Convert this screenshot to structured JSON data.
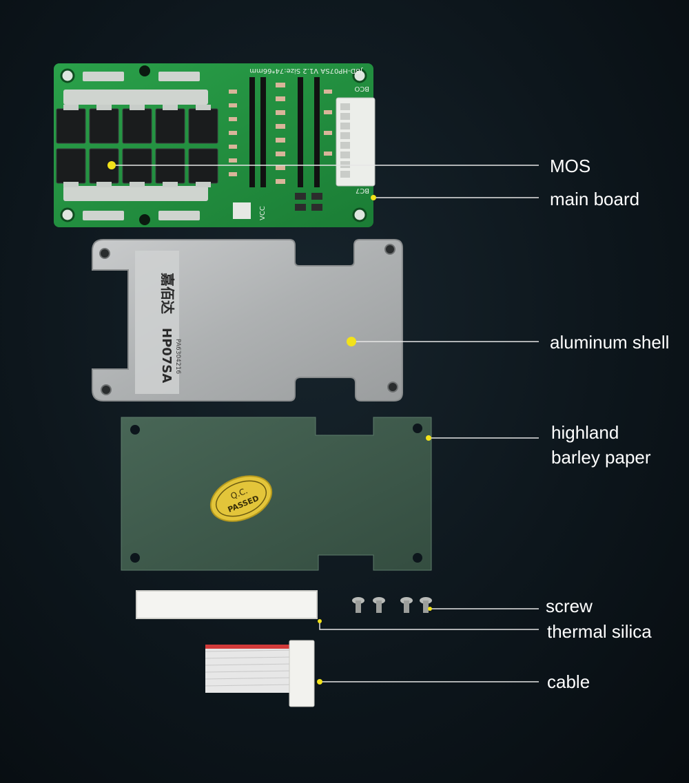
{
  "labels": {
    "mos": "MOS",
    "main_board": "main board",
    "aluminum_shell": "aluminum shell",
    "highland_barley_paper_line1": "highland",
    "highland_barley_paper_line2": "barley paper",
    "screw": "screw",
    "thermal_silica": "thermal silica",
    "cable": "cable"
  },
  "board_silkscreen": {
    "model_text": "JBD-HP07SA V1.2 Size:74*66mm",
    "vcc": "VCC",
    "bco": "BCO",
    "bc7": "BC7"
  },
  "shell_print": {
    "brand": "嘉佰达",
    "model": "HP07SA",
    "serial": "PA6304216"
  },
  "sticker": {
    "line1": "Q.C.",
    "line2": "PASSED"
  },
  "colors": {
    "background": "#0d161c",
    "pcb": "#1f8a3a",
    "marker": "#f2e21a",
    "leader_line": "#e6e6e6",
    "shell": "#b4b7b8",
    "paper": "#3f5b4c"
  }
}
